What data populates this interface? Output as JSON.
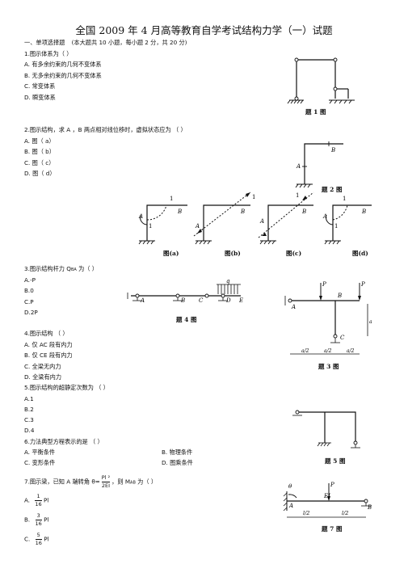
{
  "title": "全国 2009 年 4 月高等教育自学考试结构力学（一）试题",
  "section1": {
    "label": "一、单项选择题",
    "note": "(本大题共  10 小题，每小题  2 分，共  20 分)"
  },
  "q1": {
    "stem": "1.图示体系为（          ）",
    "options": [
      "A. 有多余约束的几何不变体系",
      "B. 无多余约束的几何不变体系",
      "C. 常变体系",
      "D. 瞬变体系"
    ],
    "caption": "题 1 图"
  },
  "q2": {
    "stem": "2.图示结构，求    A ，B 两点相对线位移时，虚拟状态应为    （          ）",
    "options": [
      "A. 图（ a）",
      "B. 图（ b）",
      "C. 图（ c）",
      "D. 图（ d）"
    ],
    "caption": "题 2 图",
    "subcaptions": [
      "图(a)",
      "图(b)",
      "图(c)",
      "图(d)"
    ]
  },
  "q3": {
    "stem": "3.图示结构杆力    Q",
    "sub": "BA",
    "stem_end": " 为（          ）",
    "options": [
      "A.-P",
      "B.0",
      "C.P",
      "D.2P"
    ],
    "caption": "题 3 图"
  },
  "q4": {
    "stem": "4.图示结构    （          ）",
    "options": [
      "A. 仅  AC  段有内力",
      "B. 仅  CE 段有内力",
      "C. 全梁无内力",
      "D. 全梁有内力"
    ],
    "caption": "题 4 图"
  },
  "q5": {
    "stem": "5.图示结构的超静定次数为    （          ）",
    "options": [
      "A.1",
      "B.2",
      "C.3",
      "D.4"
    ],
    "caption": "题 5 图"
  },
  "q6": {
    "stem": "6.力法典型方程表示的是    （          ）",
    "options": [
      "A. 平衡条件",
      "B. 物理条件",
      "C. 变形条件",
      "D. 图乘条件"
    ]
  },
  "q7": {
    "stem_a": "7.图示梁，已知    A  端转角  θ=",
    "frac_num": "Pl ²",
    "frac_den": "2EI",
    "stem_b": "，则  M",
    "sub": "AB",
    "stem_c": " 为（          ）",
    "options": [
      {
        "letter": "A.",
        "num": "1",
        "den": "16",
        "tail": "Pl"
      },
      {
        "letter": "B.",
        "num": "3",
        "den": "16",
        "tail": "Pl"
      },
      {
        "letter": "C.",
        "num": "5",
        "den": "16",
        "tail": "Pl"
      }
    ],
    "caption": "题 7 图"
  },
  "labels": {
    "A": "A",
    "B": "B",
    "C": "C",
    "D": "D",
    "E": "E",
    "P": "P",
    "q": "q",
    "a": "a",
    "a2": "a/2",
    "l2": "l/2",
    "EI": "EI",
    "theta": "θ",
    "one": "1"
  }
}
